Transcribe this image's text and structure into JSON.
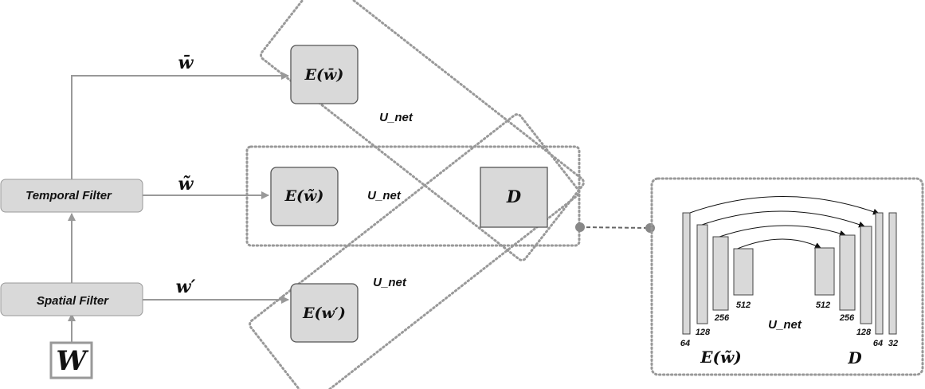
{
  "inputs": {
    "W": "W",
    "w_bar": "w̄",
    "w_tilde": "w̃",
    "w_prime": "w′"
  },
  "filters": {
    "temporal": "Temporal Filter",
    "spatial": "Spatial Filter"
  },
  "encoders": {
    "e_bar": "E(w̄)",
    "e_tilde": "E(w̃)",
    "e_prime": "E(w′)"
  },
  "decoder": "D",
  "unet_labels": {
    "top": "U_net",
    "middle": "U_net",
    "bottom": "U_net",
    "detail": "U_net"
  },
  "detail": {
    "encoder_label": "E(w̃)",
    "decoder_label": "D",
    "channels": [
      "64",
      "128",
      "256",
      "512",
      "512",
      "256",
      "128",
      "64",
      "32"
    ]
  },
  "colors": {
    "box_fill": "#d9d9d9",
    "arrow": "#999999",
    "dotted": "#999999"
  }
}
